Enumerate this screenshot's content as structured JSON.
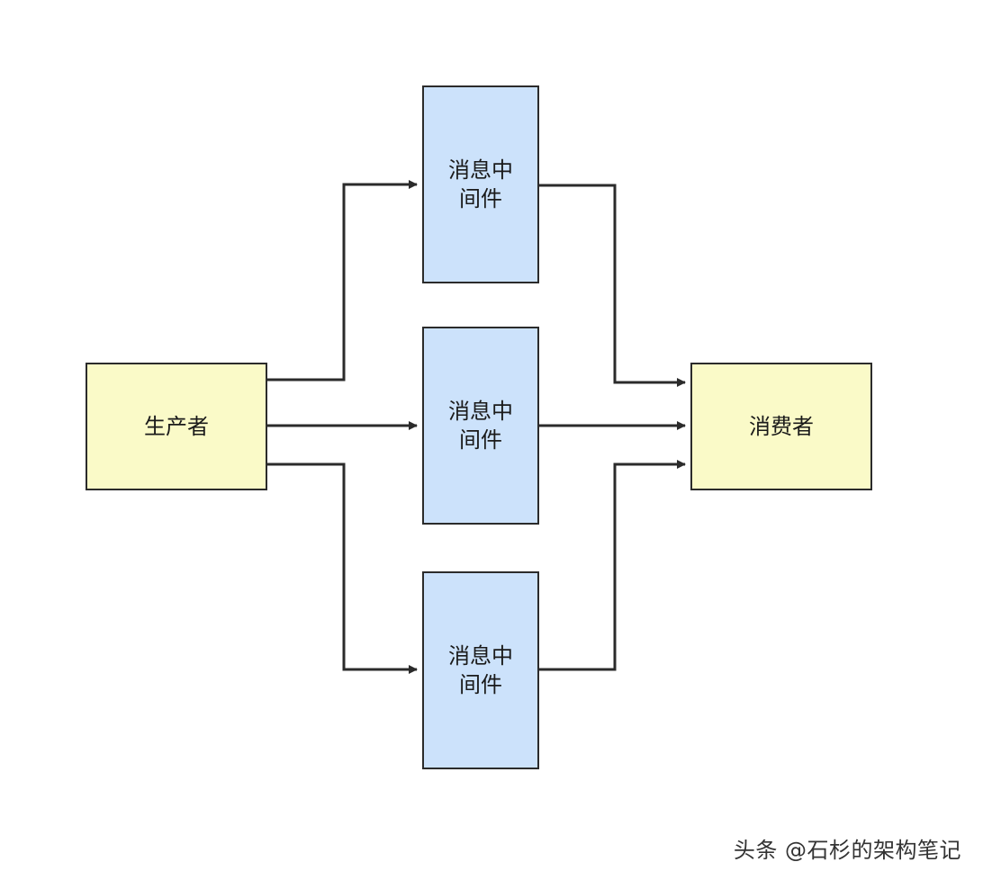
{
  "diagram": {
    "nodes": {
      "producer": {
        "label": "生产者"
      },
      "middleware_1": {
        "label": "消息中间件"
      },
      "middleware_2": {
        "label": "消息中间件"
      },
      "middleware_3": {
        "label": "消息中间件"
      },
      "consumer": {
        "label": "消费者"
      }
    },
    "edges": [
      {
        "from": "producer",
        "to": "middleware_1"
      },
      {
        "from": "producer",
        "to": "middleware_2"
      },
      {
        "from": "producer",
        "to": "middleware_3"
      },
      {
        "from": "middleware_1",
        "to": "consumer"
      },
      {
        "from": "middleware_2",
        "to": "consumer"
      },
      {
        "from": "middleware_3",
        "to": "consumer"
      }
    ],
    "colors": {
      "endpoint_fill": "#fafac8",
      "middleware_fill": "#cce2fb",
      "stroke": "#2b2b2b"
    }
  },
  "watermark": "头条 @石杉的架构笔记"
}
